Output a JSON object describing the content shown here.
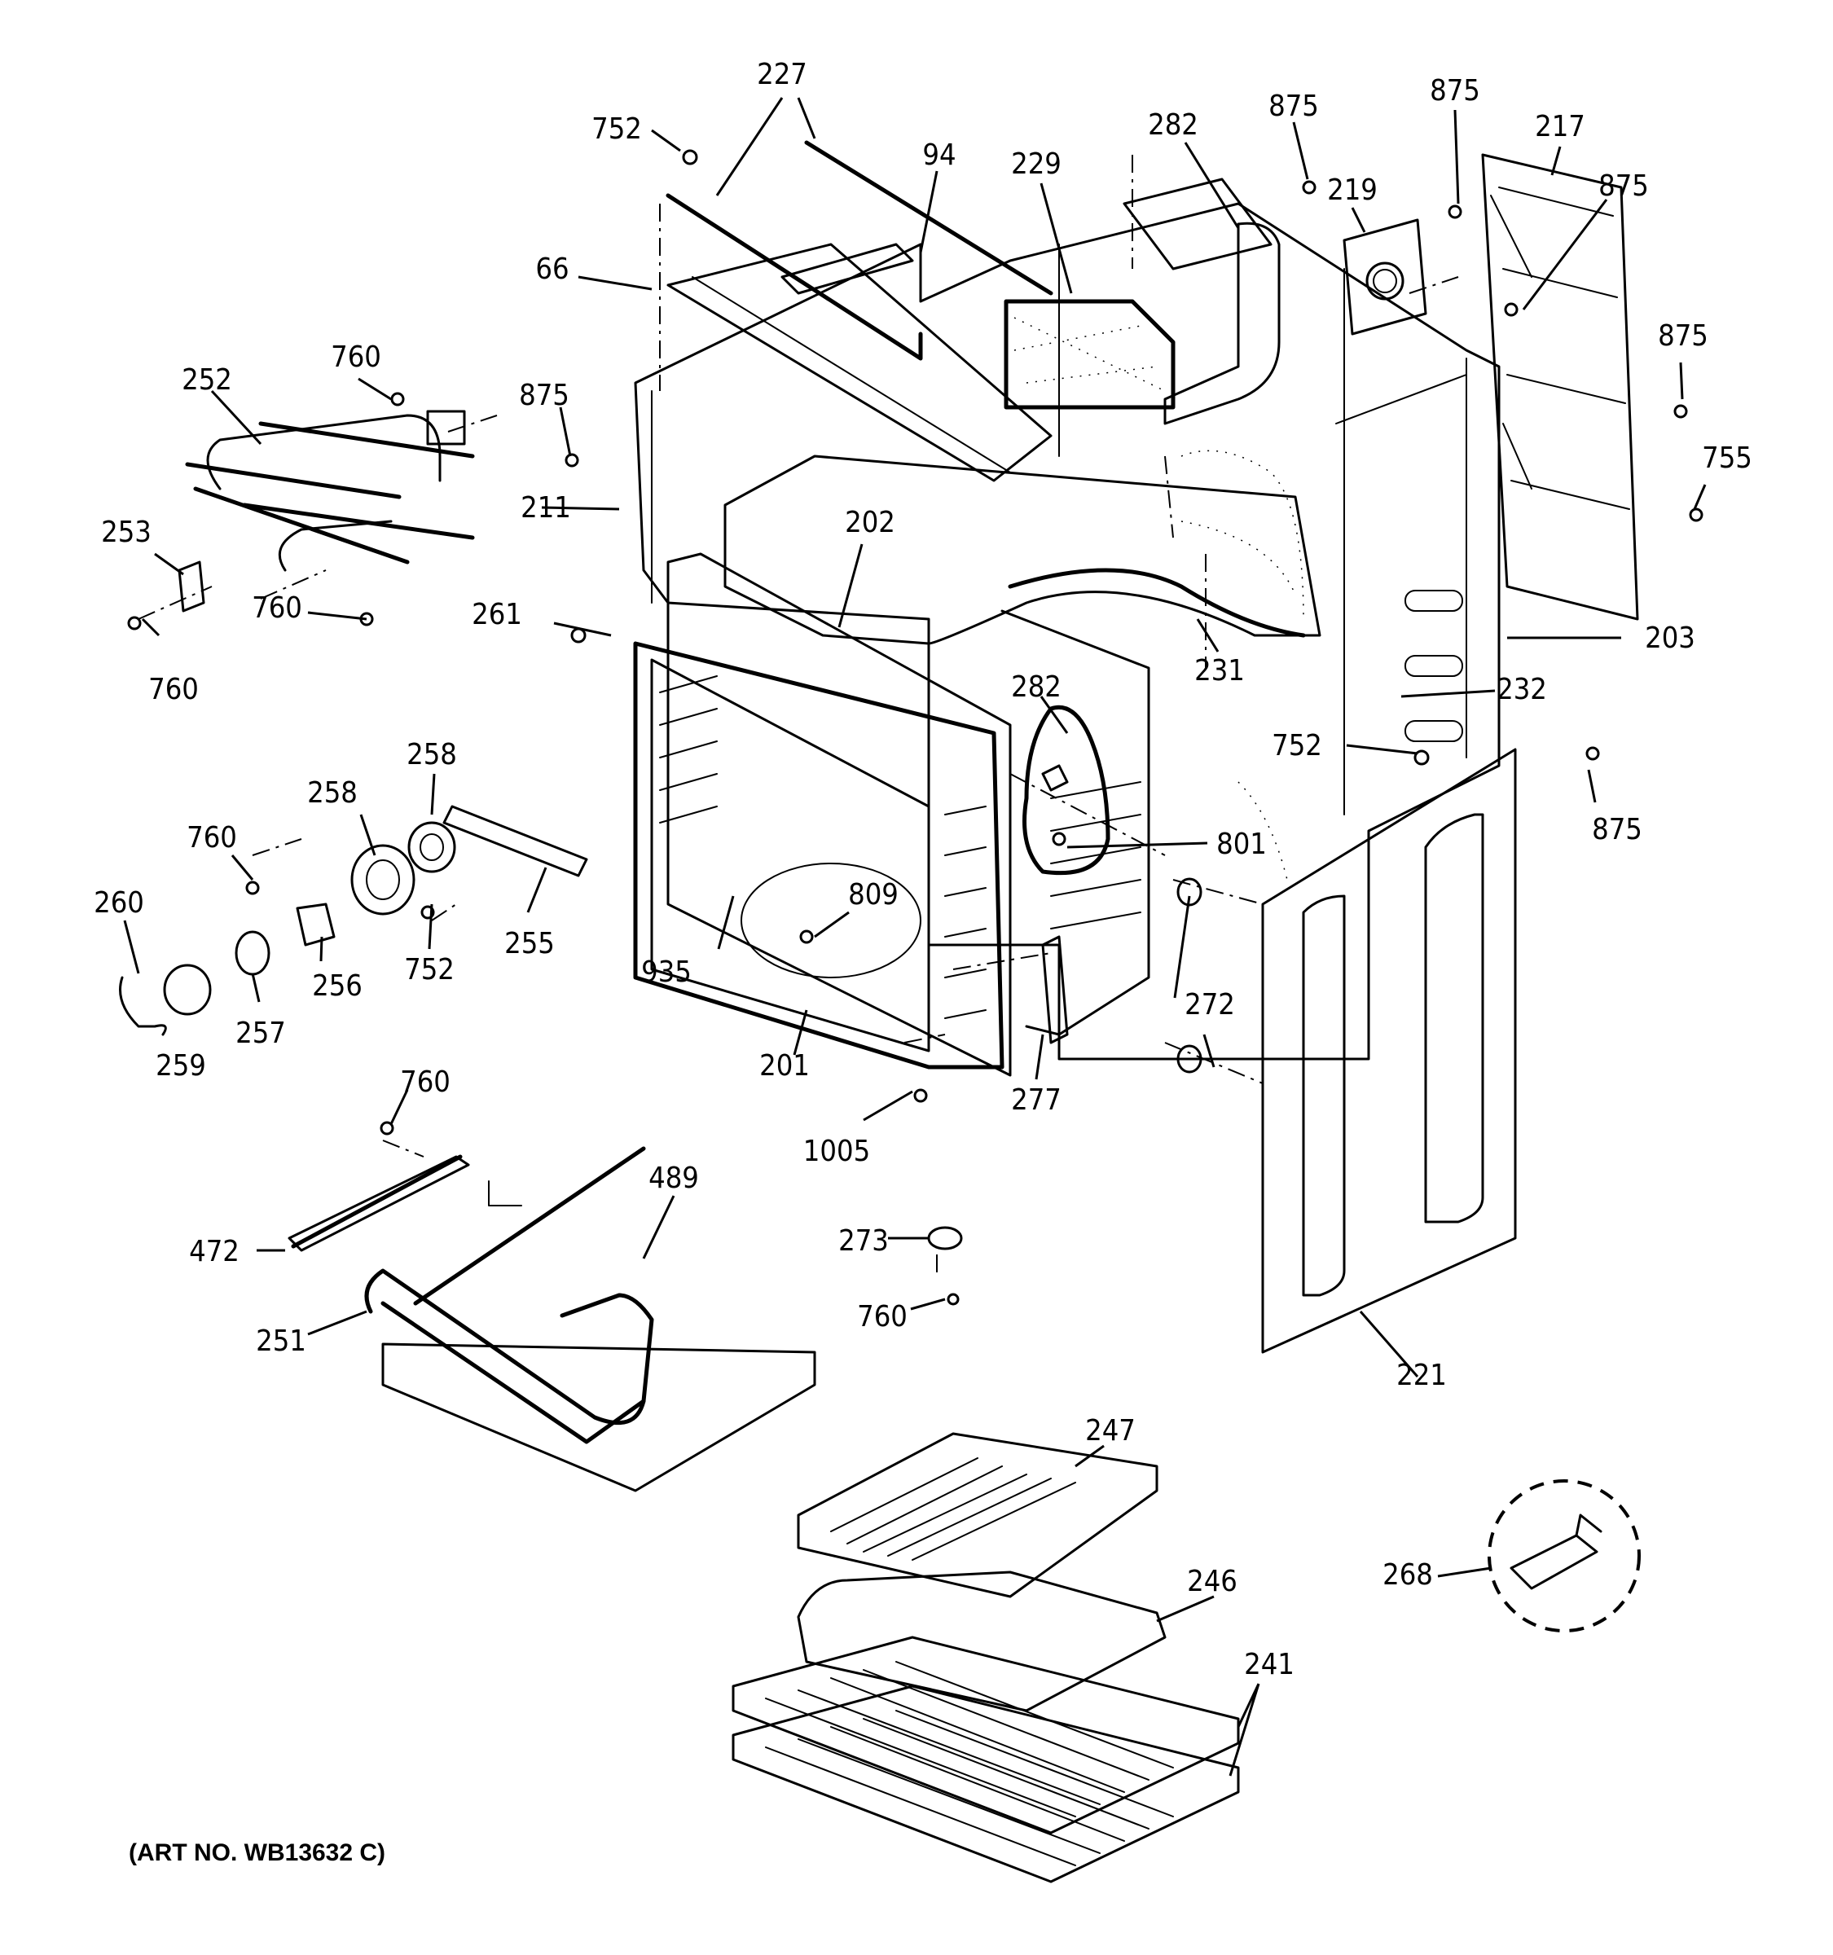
{
  "art_number": "(ART NO. WB13632 C)",
  "callouts": {
    "c227": "227",
    "c752a": "752",
    "c94": "94",
    "c229": "229",
    "c282a": "282",
    "c875a": "875",
    "c875b": "875",
    "c219": "219",
    "c217": "217",
    "c875c": "875",
    "c66": "66",
    "c760a": "760",
    "c252": "252",
    "c875d": "875",
    "c875e": "875",
    "c755": "755",
    "c211": "211",
    "c253": "253",
    "c202": "202",
    "c760b": "760",
    "c261": "261",
    "c760c": "760",
    "c231": "231",
    "c203": "203",
    "c282b": "282",
    "c232": "232",
    "c258a": "258",
    "c752b": "752",
    "c875f": "875",
    "c258b": "258",
    "c760d": "760",
    "c801": "801",
    "c260": "260",
    "c809": "809",
    "c255": "255",
    "c256": "256",
    "c752c": "752",
    "c935": "935",
    "c272": "272",
    "c257": "257",
    "c259": "259",
    "c201": "201",
    "c277": "277",
    "c760e": "760",
    "c1005": "1005",
    "c489": "489",
    "c273": "273",
    "c472": "472",
    "c760f": "760",
    "c251": "251",
    "c221": "221",
    "c247": "247",
    "c268": "268",
    "c246": "246",
    "c241": "241"
  }
}
